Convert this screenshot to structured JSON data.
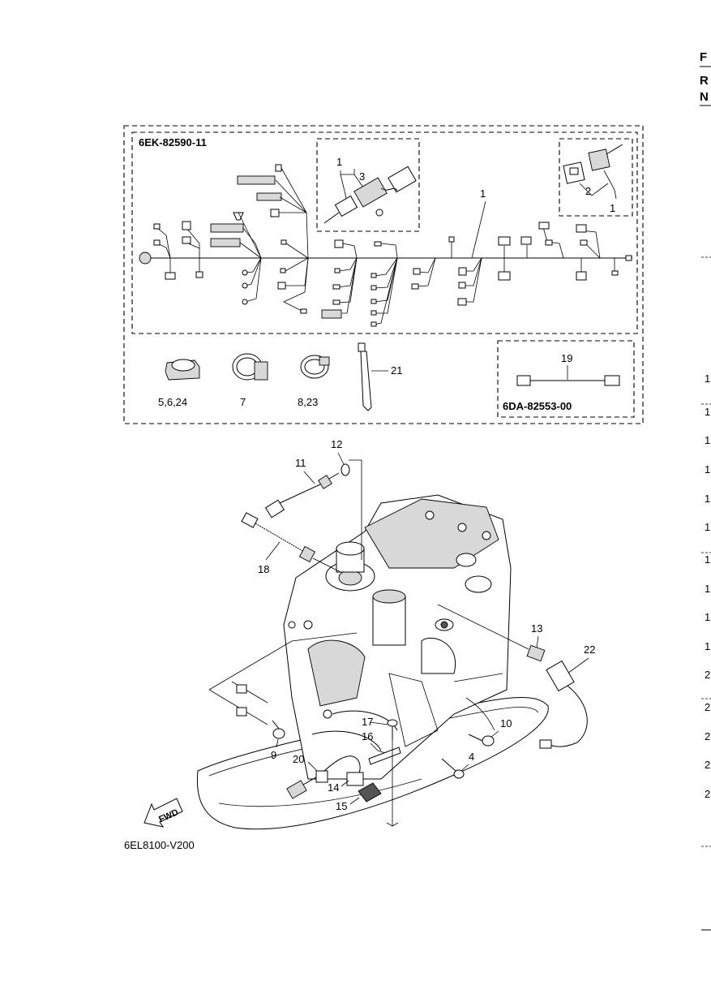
{
  "page": {
    "edge_text": [
      "F",
      "R",
      "N"
    ],
    "right_margin_numbers": [
      "1",
      "1",
      "1",
      "1",
      "1",
      "1",
      "1",
      "1",
      "1",
      "1",
      "2",
      "2",
      "2",
      "2",
      "2"
    ]
  },
  "harness_kit": {
    "code": "6EK-82590-11",
    "callouts": [
      "1",
      "3",
      "1",
      "2",
      "1"
    ]
  },
  "accessories": {
    "labels": [
      "5,6,24",
      "7",
      "8,23",
      "21"
    ]
  },
  "sub_kit": {
    "callout": "19",
    "code": "6DA-82553-00"
  },
  "engine": {
    "callouts": [
      "12",
      "11",
      "18",
      "13",
      "22",
      "17",
      "10",
      "16",
      "9",
      "20",
      "14",
      "4",
      "15"
    ],
    "fwd_label": "FWD"
  },
  "figure_code": "6EL8100-V200",
  "icons": [
    "wire-harness-icon",
    "connector-icon",
    "clamp-icon",
    "cable-tie-icon",
    "engine-block-icon",
    "fwd-arrow-icon"
  ]
}
